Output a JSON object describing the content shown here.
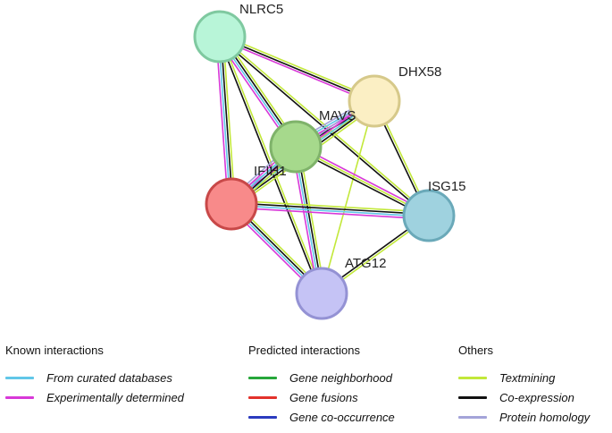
{
  "network": {
    "nodes": [
      {
        "id": "NLRC5",
        "label": "NLRC5",
        "fill": "#b8f5d8",
        "stroke": "#7fc9a0"
      },
      {
        "id": "DHX58",
        "label": "DHX58",
        "fill": "#fbefc4",
        "stroke": "#d6c98a"
      },
      {
        "id": "MAVS",
        "label": "MAVS",
        "fill": "#a6d98c",
        "stroke": "#7fb36a"
      },
      {
        "id": "IFIH1",
        "label": "IFIH1",
        "fill": "#f88a8a",
        "stroke": "#c84848"
      },
      {
        "id": "ISG15",
        "label": "ISG15",
        "fill": "#9fd2df",
        "stroke": "#6aa9b9"
      },
      {
        "id": "ATG12",
        "label": "ATG12",
        "fill": "#c5c3f5",
        "stroke": "#9492d4"
      }
    ],
    "edges": [
      {
        "source": "NLRC5",
        "target": "IFIH1",
        "evidence": [
          "textmining",
          "coexpression",
          "curated",
          "experimental"
        ]
      },
      {
        "source": "NLRC5",
        "target": "MAVS",
        "evidence": [
          "textmining",
          "coexpression",
          "curated",
          "experimental"
        ]
      },
      {
        "source": "NLRC5",
        "target": "DHX58",
        "evidence": [
          "textmining",
          "coexpression",
          "experimental"
        ]
      },
      {
        "source": "NLRC5",
        "target": "ATG12",
        "evidence": [
          "textmining",
          "coexpression"
        ]
      },
      {
        "source": "NLRC5",
        "target": "ISG15",
        "evidence": [
          "textmining",
          "coexpression"
        ]
      },
      {
        "source": "DHX58",
        "target": "MAVS",
        "evidence": [
          "textmining",
          "coexpression",
          "experimental",
          "curated",
          "homology"
        ]
      },
      {
        "source": "DHX58",
        "target": "IFIH1",
        "evidence": [
          "textmining",
          "coexpression",
          "curated",
          "experimental",
          "homology"
        ]
      },
      {
        "source": "DHX58",
        "target": "ISG15",
        "evidence": [
          "textmining",
          "coexpression"
        ]
      },
      {
        "source": "DHX58",
        "target": "ATG12",
        "evidence": [
          "textmining"
        ]
      },
      {
        "source": "MAVS",
        "target": "IFIH1",
        "evidence": [
          "textmining",
          "coexpression",
          "curated",
          "experimental",
          "homology"
        ]
      },
      {
        "source": "MAVS",
        "target": "ISG15",
        "evidence": [
          "experimental",
          "textmining",
          "coexpression"
        ]
      },
      {
        "source": "MAVS",
        "target": "ATG12",
        "evidence": [
          "textmining",
          "coexpression",
          "curated",
          "experimental"
        ]
      },
      {
        "source": "IFIH1",
        "target": "ISG15",
        "evidence": [
          "textmining",
          "coexpression",
          "curated",
          "experimental"
        ]
      },
      {
        "source": "IFIH1",
        "target": "ATG12",
        "evidence": [
          "textmining",
          "coexpression",
          "curated",
          "experimental"
        ]
      },
      {
        "source": "ISG15",
        "target": "ATG12",
        "evidence": [
          "textmining",
          "coexpression"
        ]
      },
      {
        "source": "MAVS",
        "target": "IFIH1",
        "evidence": []
      }
    ]
  },
  "evidence_colors": {
    "curated": "#61c7e8",
    "experimental": "#d839d8",
    "neighborhood": "#27a73b",
    "fusion": "#e3322b",
    "cooccurrence": "#2b3bbf",
    "textmining": "#c2e83a",
    "coexpression": "#111111",
    "homology": "#a4a4d9"
  },
  "legend": {
    "known": {
      "title": "Known interactions",
      "items": [
        {
          "label": "From curated databases",
          "color": "#61c7e8"
        },
        {
          "label": "Experimentally determined",
          "color": "#d839d8"
        }
      ]
    },
    "predicted": {
      "title": "Predicted interactions",
      "items": [
        {
          "label": "Gene neighborhood",
          "color": "#27a73b"
        },
        {
          "label": "Gene fusions",
          "color": "#e3322b"
        },
        {
          "label": "Gene co-occurrence",
          "color": "#2b3bbf"
        }
      ]
    },
    "others": {
      "title": "Others",
      "items": [
        {
          "label": "Textmining",
          "color": "#c2e83a"
        },
        {
          "label": "Co-expression",
          "color": "#111111"
        },
        {
          "label": "Protein homology",
          "color": "#a4a4d9"
        }
      ]
    }
  }
}
